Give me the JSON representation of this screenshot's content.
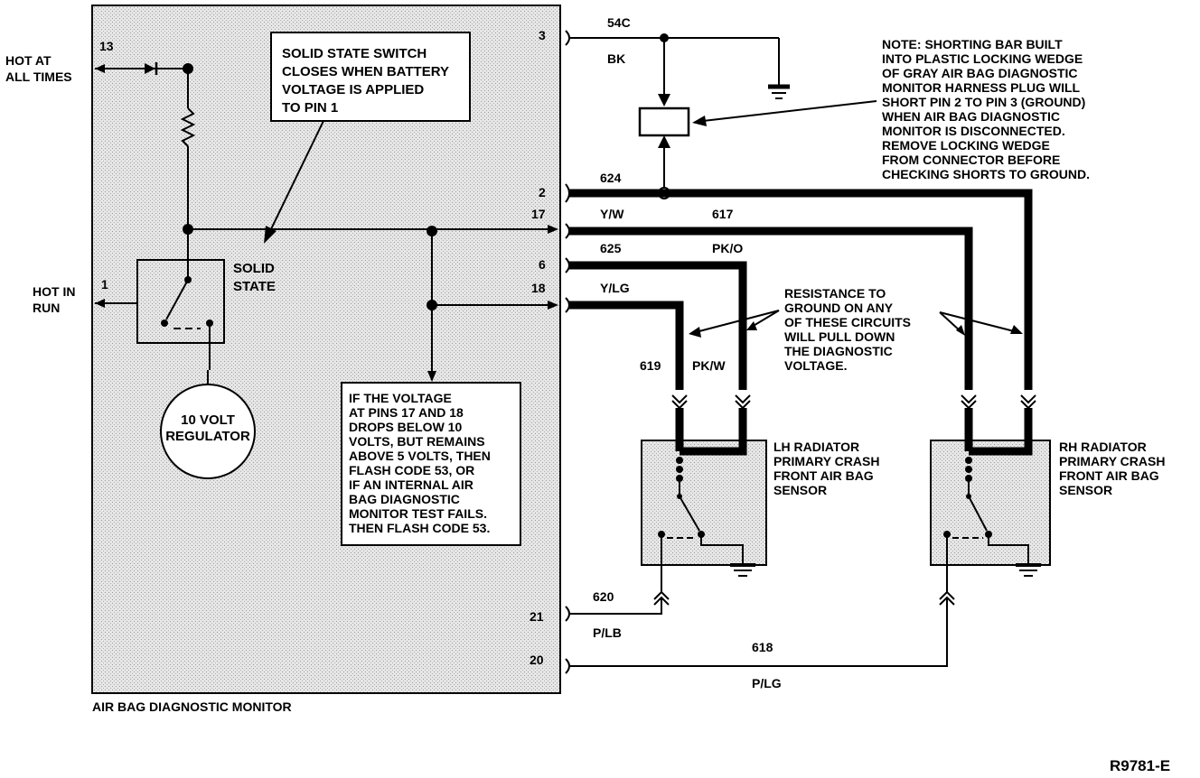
{
  "monitor": {
    "title": "AIR BAG DIAGNOSTIC MONITOR",
    "hot_at_all_times": [
      "HOT AT",
      "ALL TIMES"
    ],
    "hot_in_run": [
      "HOT IN",
      "RUN"
    ],
    "pin_13": "13",
    "pin_1": "1",
    "switch_note": [
      "SOLID STATE SWITCH",
      "CLOSES WHEN BATTERY",
      "VOLTAGE IS APPLIED",
      "TO PIN 1"
    ],
    "solid_state": [
      "SOLID",
      "STATE"
    ],
    "regulator": [
      "10 VOLT",
      "REGULATOR"
    ],
    "voltage_note": [
      "IF THE VOLTAGE",
      "AT PINS 17 AND 18",
      "DROPS BELOW 10",
      "VOLTS, BUT REMAINS",
      "ABOVE 5 VOLTS, THEN",
      "FLASH CODE 53, OR",
      "IF AN INTERNAL AIR",
      "BAG DIAGNOSTIC",
      "MONITOR TEST FAILS.",
      "THEN FLASH CODE 53."
    ]
  },
  "pins": {
    "p3": "3",
    "p2": "2",
    "p17": "17",
    "p6": "6",
    "p18": "18",
    "p21": "21",
    "p20": "20"
  },
  "wires": {
    "w54c": "54C",
    "bk": "BK",
    "w624": "624",
    "yw": "Y/W",
    "w617": "617",
    "w625": "625",
    "pko": "PK/O",
    "ylg": "Y/LG",
    "w619": "619",
    "pkw": "PK/W",
    "w620": "620",
    "plb": "P/LB",
    "w618": "618",
    "plg": "P/LG"
  },
  "shorting_note": [
    "NOTE: SHORTING BAR BUILT",
    "INTO PLASTIC LOCKING WEDGE",
    "OF GRAY AIR BAG DIAGNOSTIC",
    "MONITOR HARNESS PLUG WILL",
    "SHORT PIN 2 TO PIN 3 (GROUND)",
    "WHEN AIR BAG DIAGNOSTIC",
    "MONITOR IS DISCONNECTED.",
    "REMOVE LOCKING WEDGE",
    "FROM CONNECTOR BEFORE",
    "CHECKING SHORTS TO GROUND."
  ],
  "resistance_note": [
    "RESISTANCE TO",
    "GROUND ON ANY",
    "OF THESE CIRCUITS",
    "WILL PULL DOWN",
    "THE DIAGNOSTIC",
    "VOLTAGE."
  ],
  "lh_sensor": [
    "LH RADIATOR",
    "PRIMARY CRASH",
    "FRONT AIR BAG",
    "SENSOR"
  ],
  "rh_sensor": [
    "RH RADIATOR",
    "PRIMARY CRASH",
    "FRONT AIR BAG",
    "SENSOR"
  ],
  "figure_id": "R9781-E"
}
